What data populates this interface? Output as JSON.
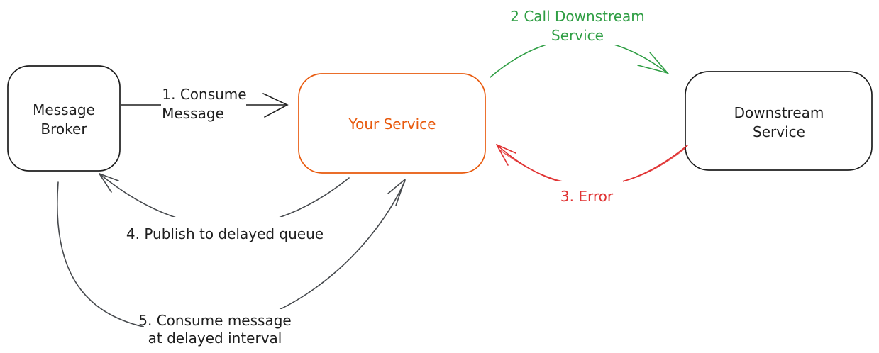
{
  "diagram": {
    "colors": {
      "node_stroke": "#1e1e1e",
      "text_dark": "#1e1e1e",
      "flow_arrow": "#46494d",
      "your_service_accent": "#e8590c",
      "call_green": "#2f9e44",
      "error_red": "#e03131"
    },
    "nodes": {
      "message_broker": {
        "lines": [
          "Message",
          "Broker"
        ]
      },
      "your_service": {
        "lines": [
          "Your Service"
        ]
      },
      "downstream_service": {
        "lines": [
          "Downstream",
          "Service"
        ]
      }
    },
    "edges": {
      "consume_message": {
        "lines": [
          "1. Consume",
          "Message"
        ]
      },
      "call_downstream": {
        "lines": [
          "2 Call Downstream",
          "Service"
        ]
      },
      "error": {
        "lines": [
          "3. Error"
        ]
      },
      "publish_delayed": {
        "lines": [
          "4. Publish to delayed queue"
        ]
      },
      "consume_delayed": {
        "lines": [
          "5. Consume message",
          "at delayed interval"
        ]
      }
    }
  }
}
